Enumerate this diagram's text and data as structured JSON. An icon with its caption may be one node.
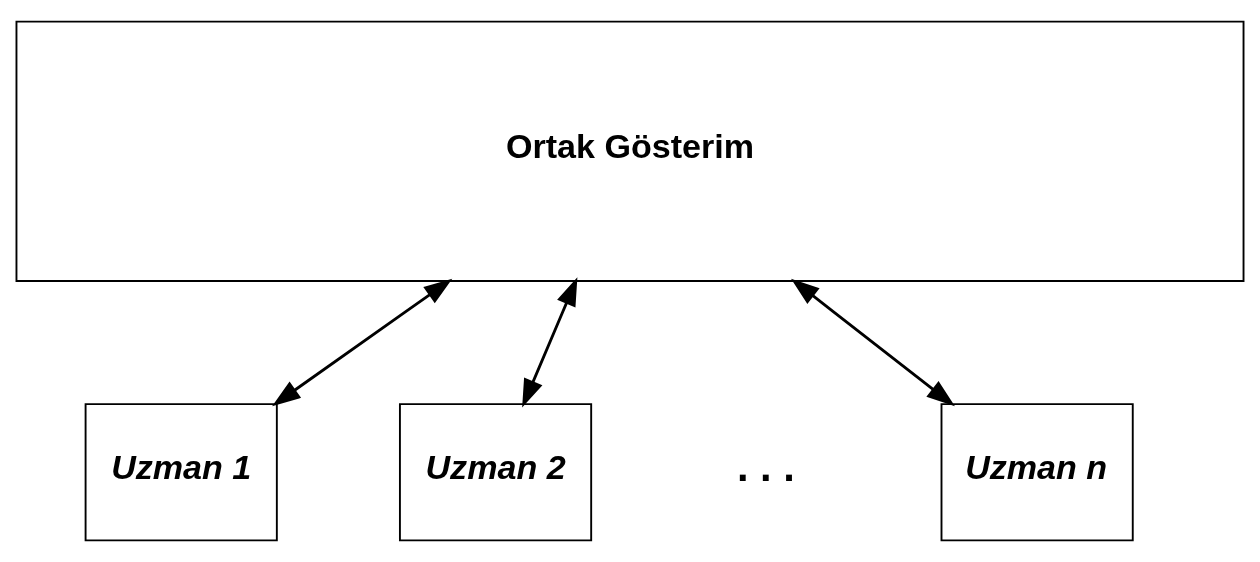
{
  "diagram": {
    "nodes": [
      {
        "text": [
          "Ortak Gösterim"
        ]
      },
      {
        "text": [
          "Uzman 1"
        ]
      },
      {
        "text": [
          "Uzman 2"
        ]
      },
      {
        "text": [
          "Uzman n"
        ]
      }
    ],
    "edges": [
      {
        "from": 1,
        "to": 0,
        "arrow": "both"
      },
      {
        "from": 2,
        "to": 0,
        "arrow": "both"
      },
      {
        "from": 3,
        "to": 0,
        "arrow": "both"
      }
    ],
    "labels": [
      ". . ."
    ]
  }
}
